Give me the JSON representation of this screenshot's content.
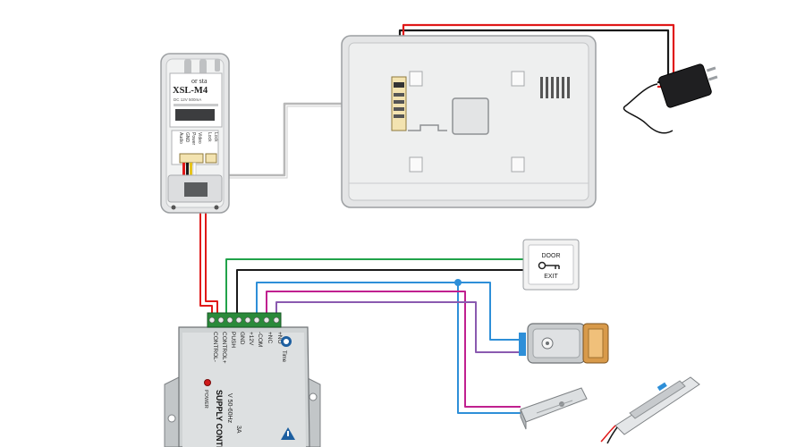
{
  "colors": {
    "power_red": "#e01818",
    "black_wire": "#1a1a1a",
    "gray_wire": "#b8b8b8",
    "green_wire": "#21a34a",
    "blue_wire": "#2e8fd8",
    "magenta_wire": "#c0208f",
    "purple_wire": "#8a5ab0",
    "device_body": "#e9eaea",
    "psu_body": "#cfd3d4"
  },
  "outdoor_station": {
    "tag": "or sta",
    "model": "XSL-M4",
    "sub_line": "DC 12V 500mA",
    "terminal_labels": [
      "Audio",
      "GND",
      "Power",
      "Video"
    ],
    "terminal_labels_right": [
      "Lock",
      "Lock"
    ]
  },
  "exit_button": {
    "line1": "DOOR",
    "line2": "EXIT"
  },
  "psu": {
    "terminal_labels": [
      "CONTROL-",
      "CONTROL+",
      "PUSH",
      "GND",
      "+12V",
      "-COM",
      "+NC",
      "+NO"
    ],
    "time_label": "Time",
    "power_label": "POWER",
    "title": "SUPPLY CONTROL",
    "input_line": "V 50-60Hz",
    "amps_line": "3A"
  },
  "icons": [
    "power-adapter-icon",
    "key-icon",
    "time-dial-icon",
    "warning-icon"
  ]
}
